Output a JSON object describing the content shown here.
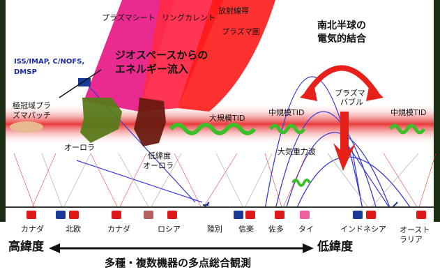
{
  "labels": {
    "plasma_sheet": "プラズマシート",
    "ring_current": "リングカレント",
    "radiation_belt": "放射線帯",
    "plasmasphere": "プラズマ圏",
    "geospace_inflow_line1": "ジオスペースからの",
    "geospace_inflow_line2": "エネルギー流入",
    "satellites_line1": "ISS/IMAP, C/NOFS,",
    "satellites_line2": "DMSP",
    "polar_patch_line1": "極冠域プラ",
    "polar_patch_line2": "ズマパッチ",
    "aurora": "オーロラ",
    "low_lat_aurora_line1": "低緯度",
    "low_lat_aurora_line2": "オーロラ",
    "large_tid": "大規模TID",
    "medium_tid_left": "中規模TID",
    "medium_tid_right": "中規模TID",
    "plasma_bubble_line1": "プラズマ",
    "plasma_bubble_line2": "バブル",
    "gravity_wave": "大気重力波",
    "hemisphere_line1": "南北半球の",
    "hemisphere_line2": "電気的結合"
  },
  "stations": [
    "カナダ",
    "北欧",
    "カナダ",
    "ロシア",
    "陸別",
    "信楽",
    "佐多",
    "タイ",
    "インドネシア",
    "オースト\nラリア"
  ],
  "axis": {
    "high_lat": "高緯度",
    "low_lat": "低緯度"
  },
  "caption": "多種・複数機器の多点総合観測",
  "colors": {
    "ionosphere": "#e83030",
    "plasma_sheet": "#e0208a",
    "tid_green": "#3cbf2a",
    "arrow_red": "#e8201a",
    "field_line": "#3a3ad8",
    "station": "#e01818"
  }
}
